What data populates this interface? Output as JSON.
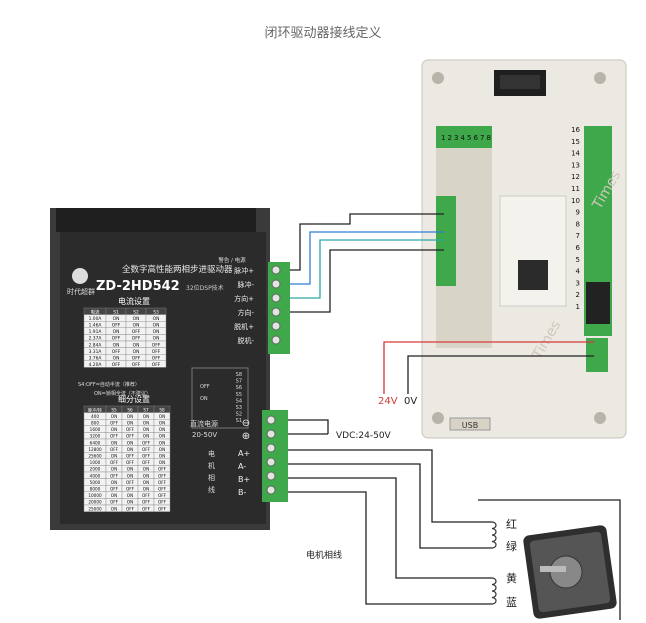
{
  "page": {
    "title": "闭环驱动器接线定义"
  },
  "driver": {
    "brand": "时代超群",
    "subtitle": "全数字高性能两相步进驱动器",
    "model": "ZD-2HD542",
    "dsp": "32位DSP技术",
    "current_title": "电流设置",
    "current_headers": [
      "电流",
      "S1",
      "S2",
      "S3"
    ],
    "current_rows": [
      [
        "1.00A",
        "ON",
        "ON",
        "ON"
      ],
      [
        "1.46A",
        "OFF",
        "ON",
        "ON"
      ],
      [
        "1.91A",
        "ON",
        "OFF",
        "ON"
      ],
      [
        "2.37A",
        "OFF",
        "OFF",
        "ON"
      ],
      [
        "2.84A",
        "ON",
        "ON",
        "OFF"
      ],
      [
        "3.31A",
        "OFF",
        "ON",
        "OFF"
      ],
      [
        "3.76A",
        "ON",
        "OFF",
        "OFF"
      ],
      [
        "4.20A",
        "OFF",
        "OFF",
        "OFF"
      ]
    ],
    "s4_note1": "S4:OFF=自动半流（推荐）",
    "s4_note2": "ON=锁相全流（不建议）",
    "micro_title": "细分设置",
    "micro_headers": [
      "脉冲/转",
      "S5",
      "S6",
      "S7",
      "S8"
    ],
    "micro_rows": [
      [
        "400",
        "ON",
        "ON",
        "ON",
        "ON"
      ],
      [
        "800",
        "OFF",
        "ON",
        "ON",
        "ON"
      ],
      [
        "1600",
        "ON",
        "OFF",
        "ON",
        "ON"
      ],
      [
        "3200",
        "OFF",
        "OFF",
        "ON",
        "ON"
      ],
      [
        "6400",
        "ON",
        "ON",
        "OFF",
        "ON"
      ],
      [
        "12800",
        "OFF",
        "ON",
        "OFF",
        "ON"
      ],
      [
        "25600",
        "ON",
        "OFF",
        "OFF",
        "ON"
      ],
      [
        "1000",
        "OFF",
        "OFF",
        "OFF",
        "ON"
      ],
      [
        "2000",
        "ON",
        "ON",
        "ON",
        "OFF"
      ],
      [
        "4000",
        "OFF",
        "ON",
        "ON",
        "OFF"
      ],
      [
        "5000",
        "ON",
        "OFF",
        "ON",
        "OFF"
      ],
      [
        "8000",
        "OFF",
        "OFF",
        "ON",
        "OFF"
      ],
      [
        "10000",
        "ON",
        "ON",
        "OFF",
        "OFF"
      ],
      [
        "20000",
        "OFF",
        "ON",
        "OFF",
        "OFF"
      ],
      [
        "25000",
        "ON",
        "OFF",
        "OFF",
        "OFF"
      ]
    ],
    "signal_header": "警告 / 电源",
    "signal_labels": [
      "脉冲+",
      "脉冲-",
      "方向+",
      "方向-",
      "脱机+",
      "脱机-"
    ],
    "dip_labels": [
      "S8",
      "S7",
      "S6",
      "S5",
      "S4",
      "S3",
      "S2",
      "S1"
    ],
    "dip_off": "OFF",
    "dip_on": "ON",
    "power_label1": "直流电源",
    "power_label2": "20-50V",
    "power_pins": [
      "⊖",
      "⊕"
    ],
    "motor_label": [
      "电",
      "机",
      "相",
      "线"
    ],
    "motor_pins": [
      "A+",
      "A-",
      "B+",
      "B-"
    ]
  },
  "controller": {
    "top_numbers": [
      "1",
      "2",
      "3",
      "4",
      "5",
      "6",
      "7",
      "8"
    ],
    "right_numbers": [
      "16",
      "15",
      "14",
      "13",
      "12",
      "11",
      "10",
      "9",
      "8",
      "7",
      "6",
      "5",
      "4",
      "3",
      "2",
      "1"
    ],
    "usb": "USB",
    "watermark": "Times"
  },
  "annotations": {
    "v24": "24V",
    "v0": "0V",
    "vdc": "VDC:24-50V",
    "motor_phase": "电机相线",
    "colors": [
      "红",
      "绿",
      "黄",
      "蓝"
    ]
  },
  "colors": {
    "driver": "#2b2b2b",
    "terminal": "#3ea84a",
    "wire_red": "#d63a3a",
    "wire_blue": "#2f7fd8",
    "wire_teal": "#2aa9a3",
    "wire_black": "#222222"
  }
}
